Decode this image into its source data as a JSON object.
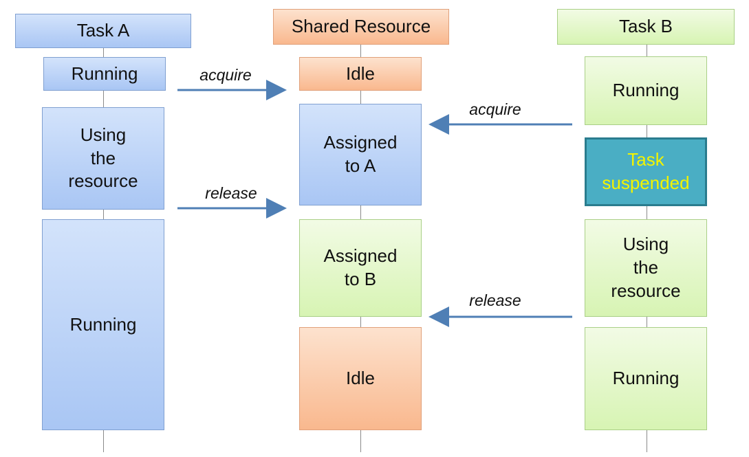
{
  "colors": {
    "arrow": "#4f7fb5",
    "task_suspended_text": "#f4f400",
    "task_suspended_fill": "#4aaec4"
  },
  "headers": {
    "task_a": "Task A",
    "shared_resource": "Shared Resource",
    "task_b": "Task B"
  },
  "task_a": {
    "running_1": "Running",
    "using_resource": "Using\nthe\nresource",
    "running_2": "Running"
  },
  "shared_resource": {
    "idle_1": "Idle",
    "assigned_a": "Assigned\nto A",
    "assigned_b": "Assigned\nto B",
    "idle_2": "Idle"
  },
  "task_b": {
    "running_1": "Running",
    "task_suspended": "Task\nsuspended",
    "using_resource": "Using\nthe\nresource",
    "running_2": "Running"
  },
  "messages": {
    "a_acquire": "acquire",
    "b_acquire": "acquire",
    "a_release": "release",
    "b_release": "release"
  }
}
